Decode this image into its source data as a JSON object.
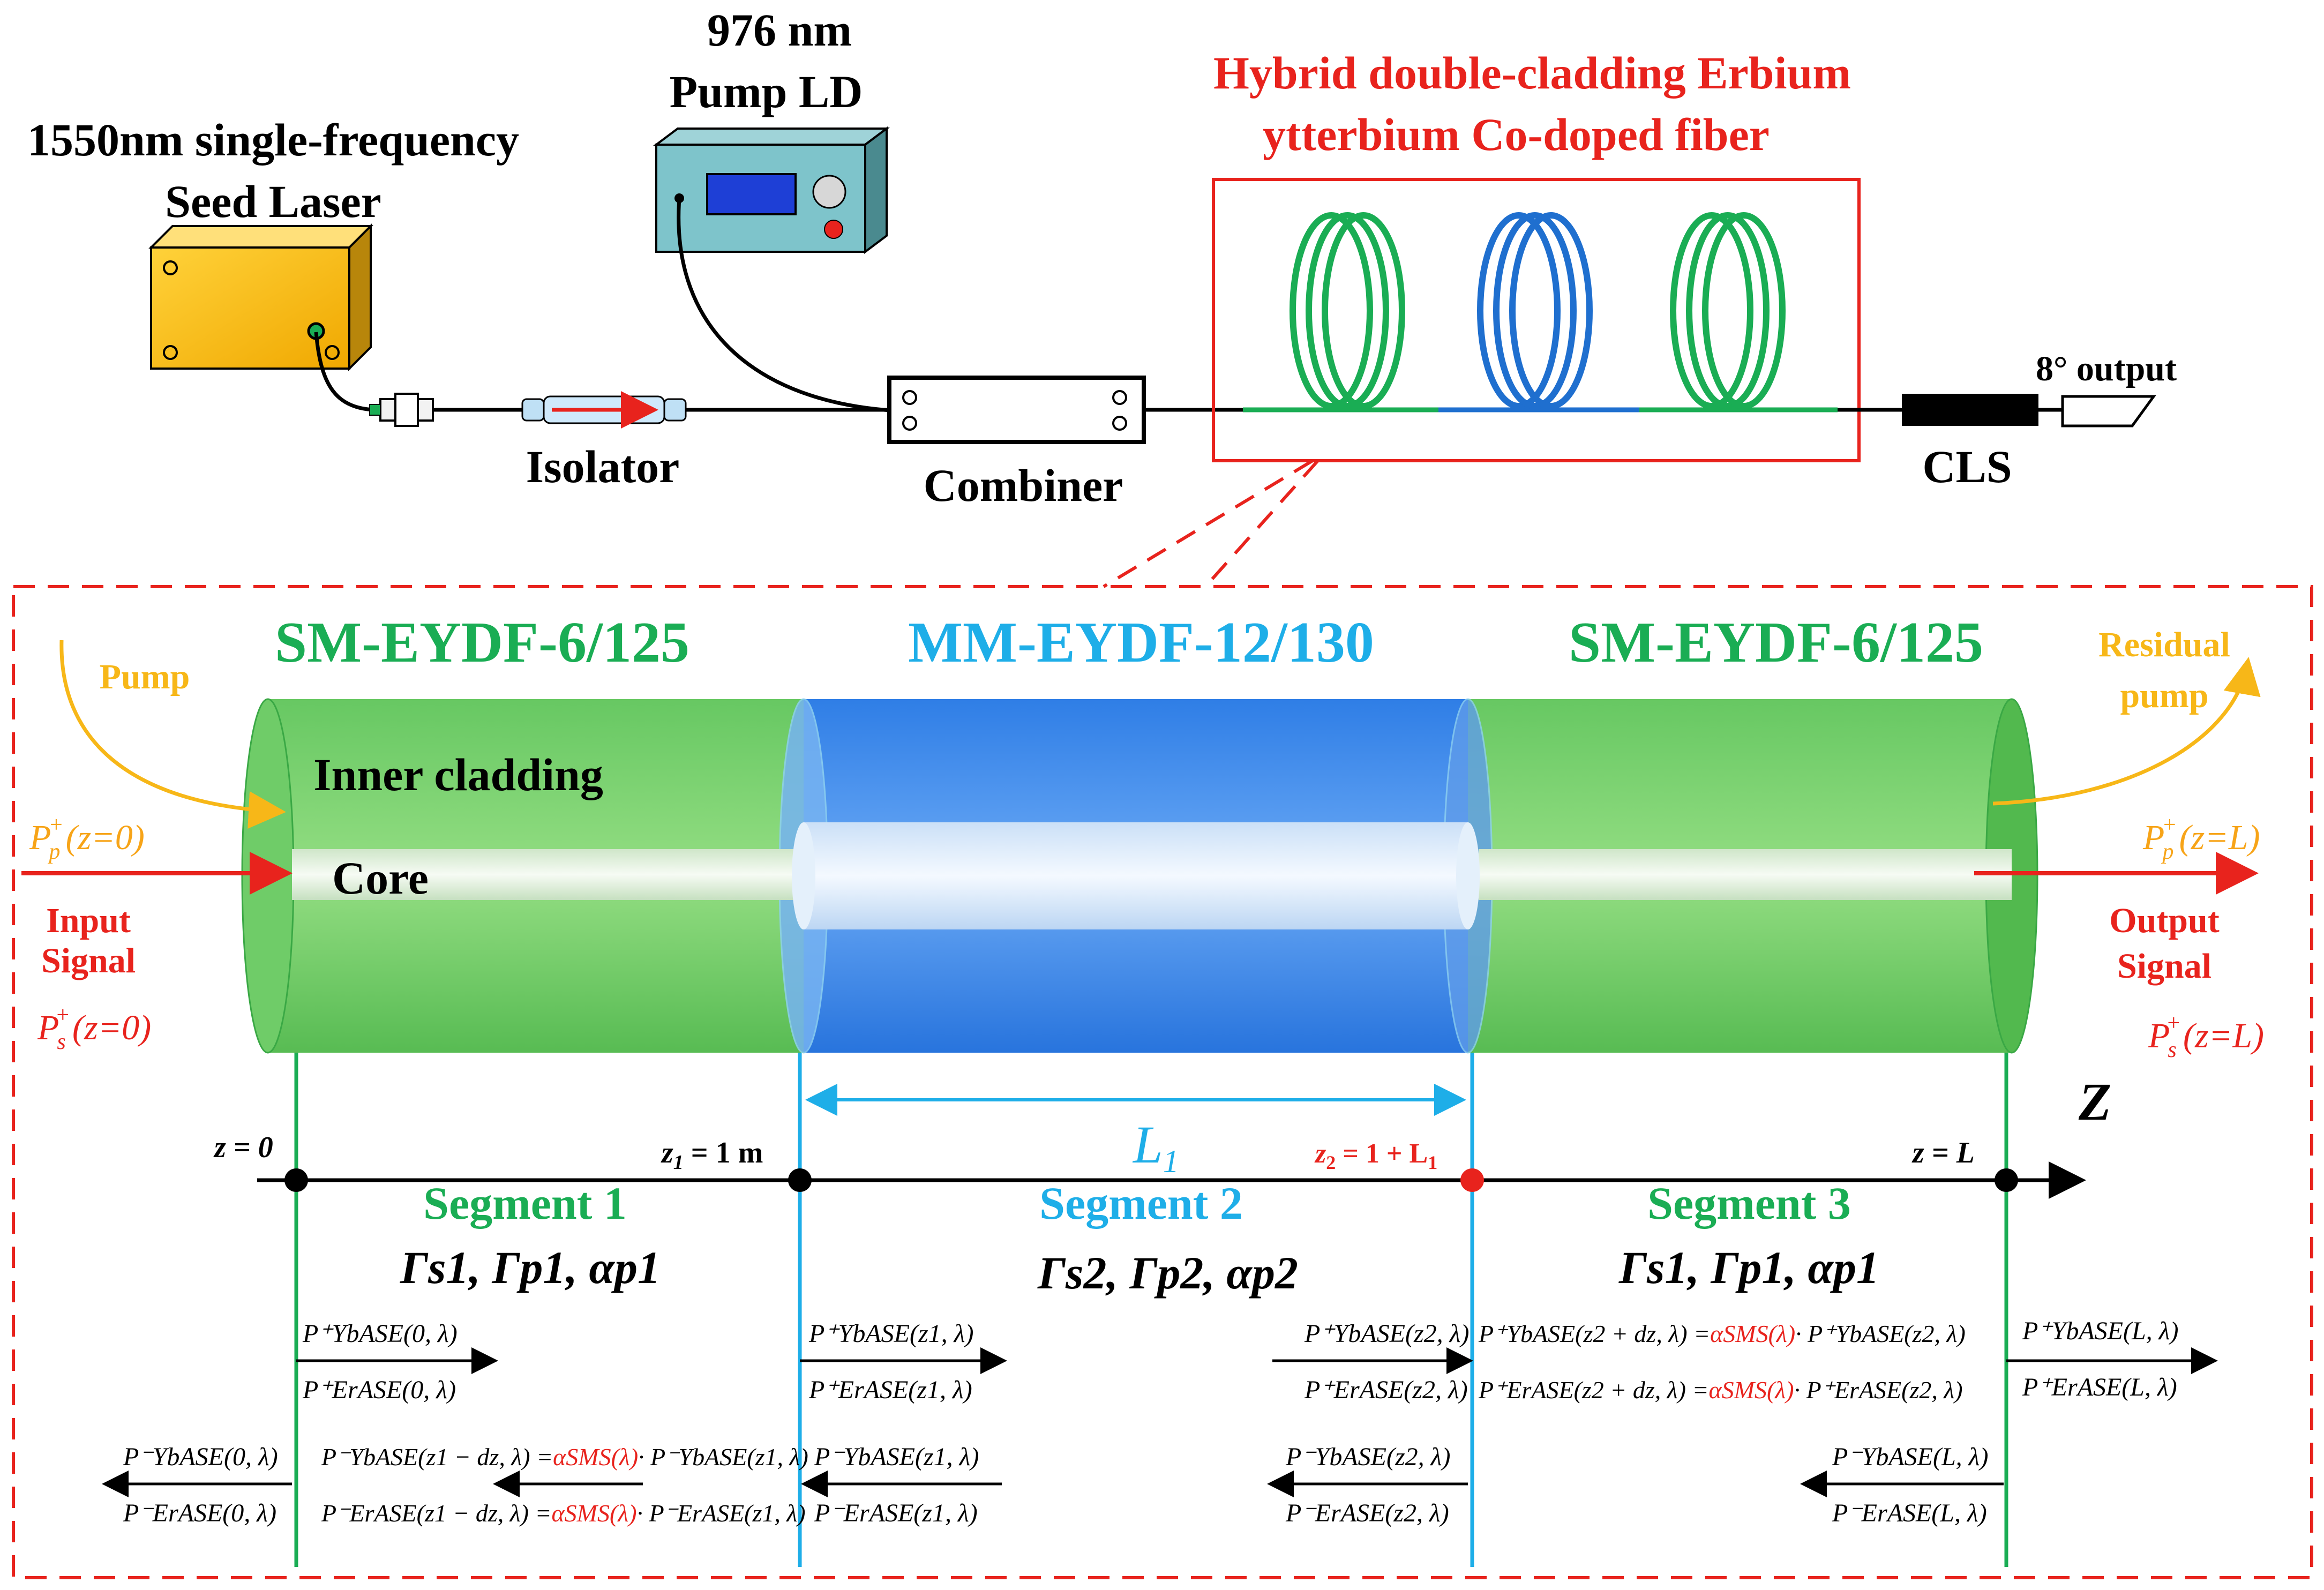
{
  "setup": {
    "seed_laser_label_1": "1550nm single-frequency",
    "seed_laser_label_2": "Seed Laser",
    "pump_label_1": "976 nm",
    "pump_label_2": "Pump LD",
    "isolator_label": "Isolator",
    "combiner_label": "Combiner",
    "fiber_title_1": "Hybrid double-cladding Erbium",
    "fiber_title_2": "ytterbium Co-doped fiber",
    "cls_label": "CLS",
    "output_label": "8°  output",
    "colors": {
      "green": "#1aad54",
      "blue": "#1f6fcf",
      "red": "#e8231d"
    }
  },
  "detail": {
    "seg_left_title": "SM-EYDF-6/125",
    "seg_mid_title": "MM-EYDF-12/130",
    "seg_right_title": "SM-EYDF-6/125",
    "pump_in": "Pump",
    "residual_1": "Residual",
    "residual_2": "pump",
    "inner_cladding": "Inner cladding",
    "core": "Core",
    "pp0_base": "P",
    "pp0_sub": "p",
    "pp0_sup": "+",
    "pp0_arg": "(z=0)",
    "ppL_base": "P",
    "ppL_sub": "p",
    "ppL_sup": "+",
    "ppL_arg": "(z=L)",
    "input_1": "Input",
    "input_2": "Signal",
    "output_1": "Output",
    "output_2": "Signal",
    "ps0_base": "P",
    "ps0_sub": "s",
    "ps0_sup": "+",
    "ps0_arg": "(z=0)",
    "psL_base": "P",
    "psL_sub": "s",
    "psL_sup": "+",
    "psL_arg": "(z=L)",
    "L1": "L",
    "L1_sub": "1",
    "z_axis": "Z",
    "z0": "z = 0",
    "z1_pre": "z",
    "z1_sub": "1",
    "z1_post": " = 1 m",
    "z2_pre": "z",
    "z2_sub": "2",
    "z2_post": " = 1 + L",
    "z2_post_sub": "1",
    "zL": "z = L",
    "seg1": "Segment 1",
    "seg2": "Segment 2",
    "seg3": "Segment 3",
    "param1": "Γs1, Γp1, αp1",
    "param2": "Γs2, Γp2, αp2",
    "param3": "Γs1, Γp1, αp1"
  },
  "equations": {
    "yb_plus_0": "P⁺YbASE(0, λ)",
    "er_plus_0": "P⁺ErASE(0, λ)",
    "yb_minus_0": "P⁻YbASE(0, λ)",
    "er_minus_0": "P⁻ErASE(0, λ)",
    "yb_minus_z1dz_lhs": "P⁻YbASE(z1 − dz, λ) =",
    "yb_minus_z1dz_alpha": "αSMS(λ)",
    "yb_minus_z1dz_rhs": "· P⁻YbASE(z1, λ)",
    "er_minus_z1dz_lhs": "P⁻ErASE(z1 − dz, λ) =",
    "er_minus_z1dz_alpha": "αSMS(λ)",
    "er_minus_z1dz_rhs": "· P⁻ErASE(z1, λ)",
    "yb_plus_z1": "P⁺YbASE(z1, λ)",
    "er_plus_z1": "P⁺ErASE(z1, λ)",
    "yb_minus_z1": "P⁻YbASE(z1, λ)",
    "er_minus_z1": "P⁻ErASE(z1, λ)",
    "yb_plus_z2": "P⁺YbASE(z2, λ)",
    "er_plus_z2": "P⁺ErASE(z2, λ)",
    "yb_plus_z2dz_lhs": "P⁺YbASE(z2 + dz, λ) =",
    "yb_plus_z2dz_alpha": "αSMS(λ)",
    "yb_plus_z2dz_rhs": "· P⁺YbASE(z2, λ)",
    "er_plus_z2dz_lhs": "P⁺ErASE(z2 + dz, λ) =",
    "er_plus_z2dz_alpha": "αSMS(λ)",
    "er_plus_z2dz_rhs": "· P⁺ErASE(z2, λ)",
    "yb_minus_z2": "P⁻YbASE(z2, λ)",
    "er_minus_z2": "P⁻ErASE(z2, λ)",
    "yb_plus_L": "P⁺YbASE(L, λ)",
    "er_plus_L": "P⁺ErASE(L, λ)",
    "yb_minus_L": "P⁻YbASE(L, λ)",
    "er_minus_L": "P⁻ErASE(L, λ)"
  }
}
